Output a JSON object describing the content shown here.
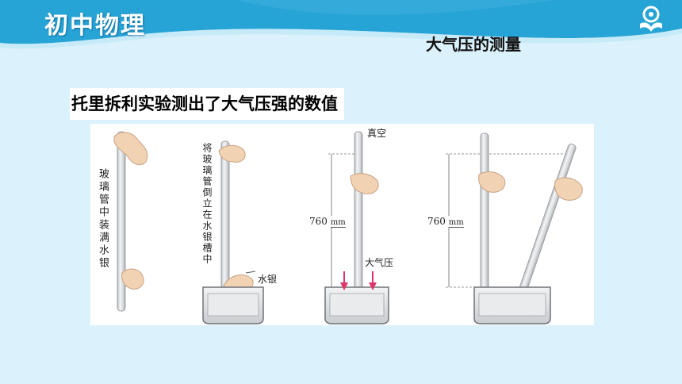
{
  "header": {
    "course_title": "初中物理",
    "section_title": "大气压的测量",
    "logo_icon": "publisher-logo-icon"
  },
  "slide": {
    "statement": "托里拆利实验测出了大气压强的数值"
  },
  "figure": {
    "step1_label": "玻璃管中装满水银",
    "step2_label": "将玻璃管倒立在水银槽中",
    "mercury_label": "水银",
    "vacuum_label": "真空",
    "atmosphere_label": "大气压",
    "height_label_1": "760",
    "height_label_2": "760",
    "unit_1": "mm",
    "unit_2": "mm"
  },
  "colors": {
    "banner": "#27a4d6",
    "background": "#dbf1fb",
    "pressure_arrow": "#e0356b"
  }
}
